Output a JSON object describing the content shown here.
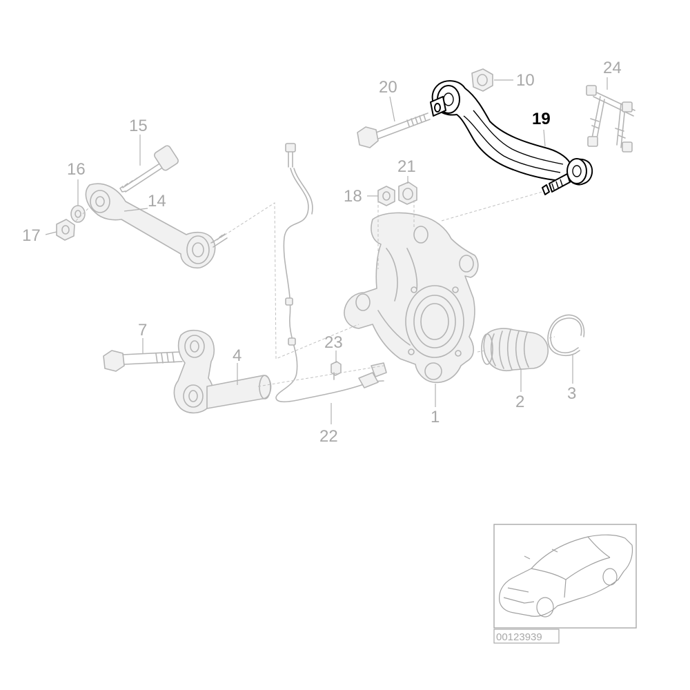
{
  "callouts": {
    "c1": "1",
    "c2": "2",
    "c3": "3",
    "c4": "4",
    "c7": "7",
    "c10": "10",
    "c14": "14",
    "c15": "15",
    "c16": "16",
    "c17": "17",
    "c18": "18",
    "c19": "19",
    "c20": "20",
    "c21": "21",
    "c22": "22",
    "c23": "23",
    "c24": "24"
  },
  "highlighted_part": "19",
  "diagram_id": "00123939",
  "colors": {
    "ghost_line": "#b4b4b4",
    "callout_text": "#a8a8a8",
    "highlight": "#000000",
    "background": "#ffffff"
  }
}
